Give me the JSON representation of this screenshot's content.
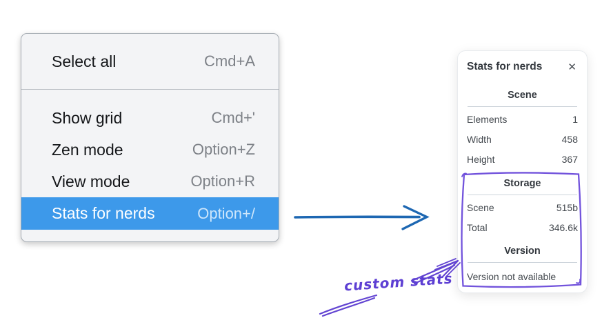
{
  "colors": {
    "menu_highlight": "#3d99ea",
    "flow_arrow_blue": "#1d67b2",
    "annotation_purple": "#6345d2"
  },
  "menu": {
    "items": [
      {
        "label": "Select all",
        "shortcut": "Cmd+A"
      },
      {
        "label": "Show grid",
        "shortcut": "Cmd+'"
      },
      {
        "label": "Zen mode",
        "shortcut": "Option+Z"
      },
      {
        "label": "View mode",
        "shortcut": "Option+R"
      },
      {
        "label": "Stats for nerds",
        "shortcut": "Option+/",
        "highlighted": true
      }
    ]
  },
  "stats_panel": {
    "title": "Stats for nerds",
    "close_glyph": "✕",
    "scene_section": {
      "title": "Scene",
      "rows": [
        {
          "label": "Elements",
          "value": "1"
        },
        {
          "label": "Width",
          "value": "458"
        },
        {
          "label": "Height",
          "value": "367"
        }
      ]
    },
    "storage_section": {
      "title": "Storage",
      "rows": [
        {
          "label": "Scene",
          "value": "515b"
        },
        {
          "label": "Total",
          "value": "346.6k"
        }
      ]
    },
    "version_section": {
      "title": "Version",
      "note": "Version not available"
    }
  },
  "annotation": {
    "label": "custom stats"
  }
}
